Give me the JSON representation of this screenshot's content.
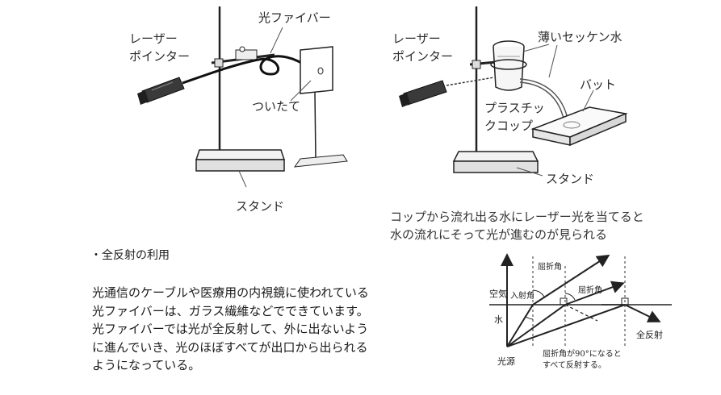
{
  "figure1": {
    "laser_label": "レーザー\nポインター",
    "fiber_label": "光ファイバー",
    "screen_label": "ついたて",
    "stand_label": "スタンド"
  },
  "figure2": {
    "laser_label": "レーザー\nポインター",
    "soap_label": "薄いセッケン水",
    "cup_label": "プラスチッ\nクコップ",
    "tray_label": "バット",
    "stand_label": "スタンド",
    "caption_line1": "コップから流れ出る水にレーザー光を当てると",
    "caption_line2": "水の流れにそって光が進むのが見られる"
  },
  "section": {
    "heading": "・全反射の利用",
    "lines": [
      "光通信のケーブルや医療用の内視鏡に使われている",
      "光ファイバーは、ガラス繊維などでできています。",
      "光ファイバーでは光が全反射して、外に出ないよう",
      "に進んでいき、光のほぼすべてが出口から出られる",
      "ようになっている。"
    ]
  },
  "diagram": {
    "air_label": "空気",
    "water_label": "水",
    "incidence_label": "入射角",
    "refraction_label_1": "屈折角",
    "refraction_label_2": "屈折角",
    "source_label": "光源",
    "total_reflection_label": "全反射",
    "note_line1": "屈折角が90°になると",
    "note_line2": "すべて反射する。"
  }
}
